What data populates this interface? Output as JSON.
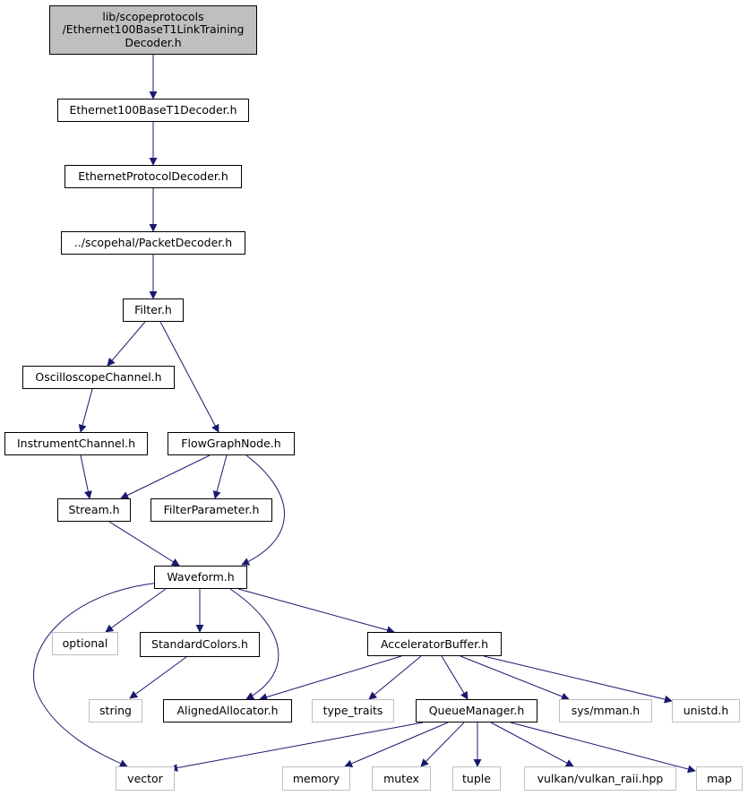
{
  "colors": {
    "edge": "#191970",
    "root_fill": "#bfbfbf",
    "node_border": "#000000",
    "external_border": "#bfbfbf"
  },
  "nodes": {
    "root": "lib/scopeprotocols\n/Ethernet100BaseT1LinkTraining\nDecoder.h",
    "eth100": "Ethernet100BaseT1Decoder.h",
    "ethproto": "EthernetProtocolDecoder.h",
    "packet": "../scopehal/PacketDecoder.h",
    "filter": "Filter.h",
    "oscch": "OscilloscopeChannel.h",
    "instch": "InstrumentChannel.h",
    "flow": "FlowGraphNode.h",
    "stream": "Stream.h",
    "fparam": "FilterParameter.h",
    "waveform": "Waveform.h",
    "optional": "optional",
    "stdcolors": "StandardColors.h",
    "accel": "AcceleratorBuffer.h",
    "string": "string",
    "aligned": "AlignedAllocator.h",
    "typetraits": "type_traits",
    "queue": "QueueManager.h",
    "sysmman": "sys/mman.h",
    "unistd": "unistd.h",
    "vector": "vector",
    "memory": "memory",
    "mutex": "mutex",
    "tuple": "tuple",
    "vulkan": "vulkan/vulkan_raii.hpp",
    "map": "map"
  }
}
